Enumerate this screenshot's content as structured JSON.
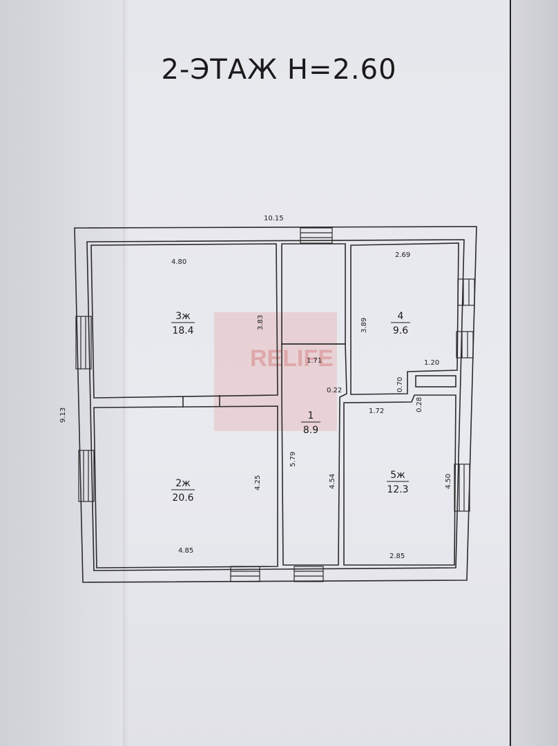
{
  "title": "2-ЭТАЖ  H=2.60",
  "watermark": "RELIFE",
  "rooms": [
    {
      "number": "3ж",
      "area": "18.4"
    },
    {
      "number": "4",
      "area": "9.6"
    },
    {
      "number": "1",
      "area": "8.9"
    },
    {
      "number": "2ж",
      "area": "20.6"
    },
    {
      "number": "5ж",
      "area": "12.3"
    }
  ],
  "dimensions": {
    "outer_width": "10.15",
    "outer_height": "9.13",
    "room3_width": "4.80",
    "room3_height": "3.83",
    "room4_width": "2.69",
    "room4_height": "3.89",
    "hall_width": "1.71",
    "hall_gap": "0.22",
    "hall_height": "5.79",
    "hall_inner_height": "4.54",
    "niche_width": "1.20",
    "niche_height": "0.70",
    "niche_gap": "0.28",
    "room5_top": "1.72",
    "room5_height": "4.50",
    "room5_bottom": "2.85",
    "room2_height": "4.25",
    "room2_width": "4.85"
  }
}
